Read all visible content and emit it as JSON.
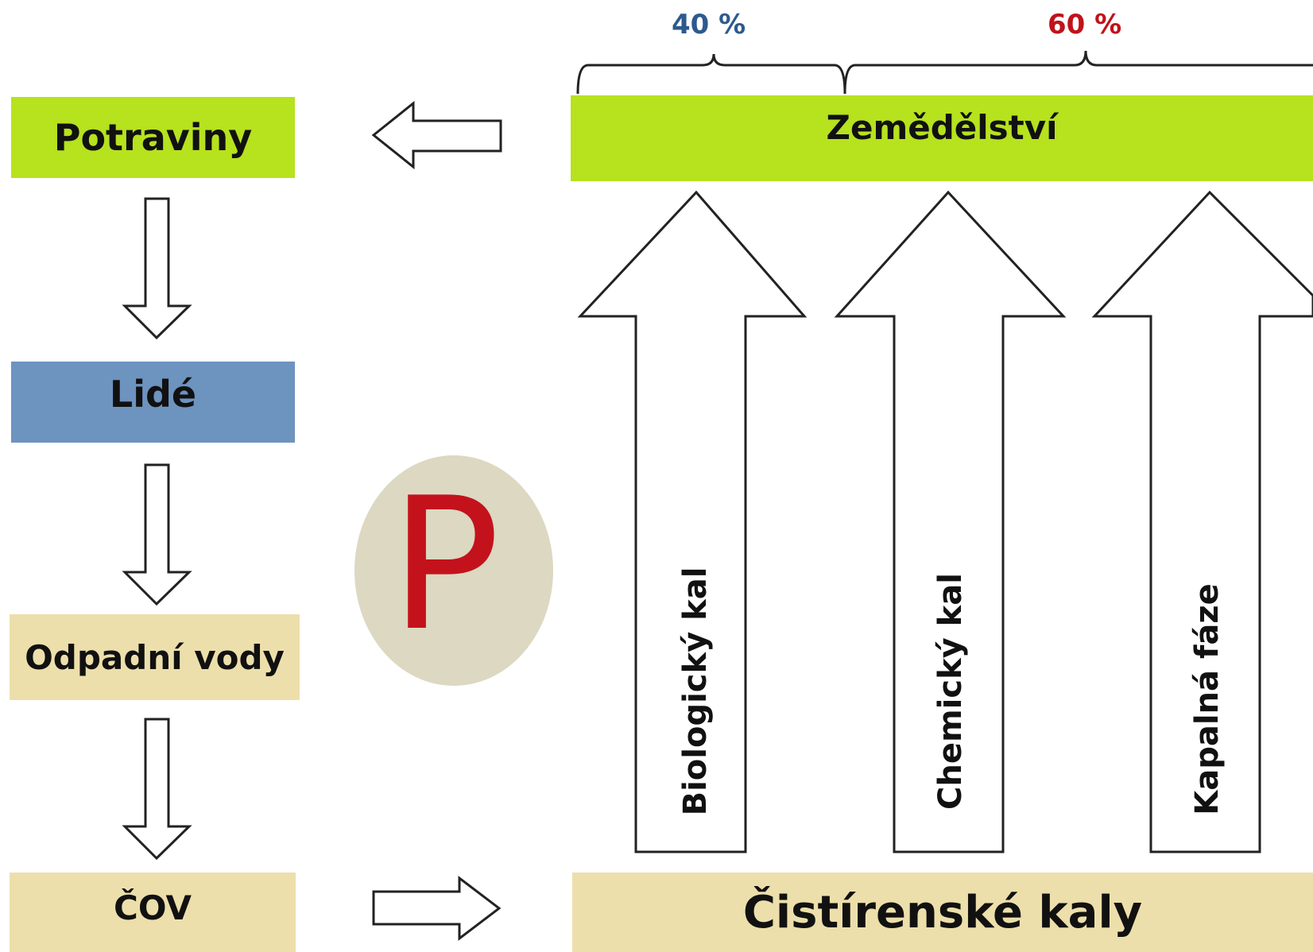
{
  "left_column": {
    "food": "Potraviny",
    "people": "Lidé",
    "wastewater": "Odpadní vody",
    "wwtp": "ČOV"
  },
  "right_column": {
    "agriculture": "Zemědělství",
    "sludge": "Čistírenské kaly",
    "split_left": "40 %",
    "split_right": "60 %",
    "flows": [
      "Biologický kal",
      "Chemický kal",
      "Kapalná fáze"
    ]
  },
  "element": "P",
  "colors": {
    "green": "#b6e21e",
    "blue": "#6d93bf",
    "tan": "#eddfab",
    "pct_left": "#2d5a8e",
    "pct_right": "#c0121b",
    "element_letter": "#c4121c",
    "element_circle": "#dcd8c2"
  }
}
